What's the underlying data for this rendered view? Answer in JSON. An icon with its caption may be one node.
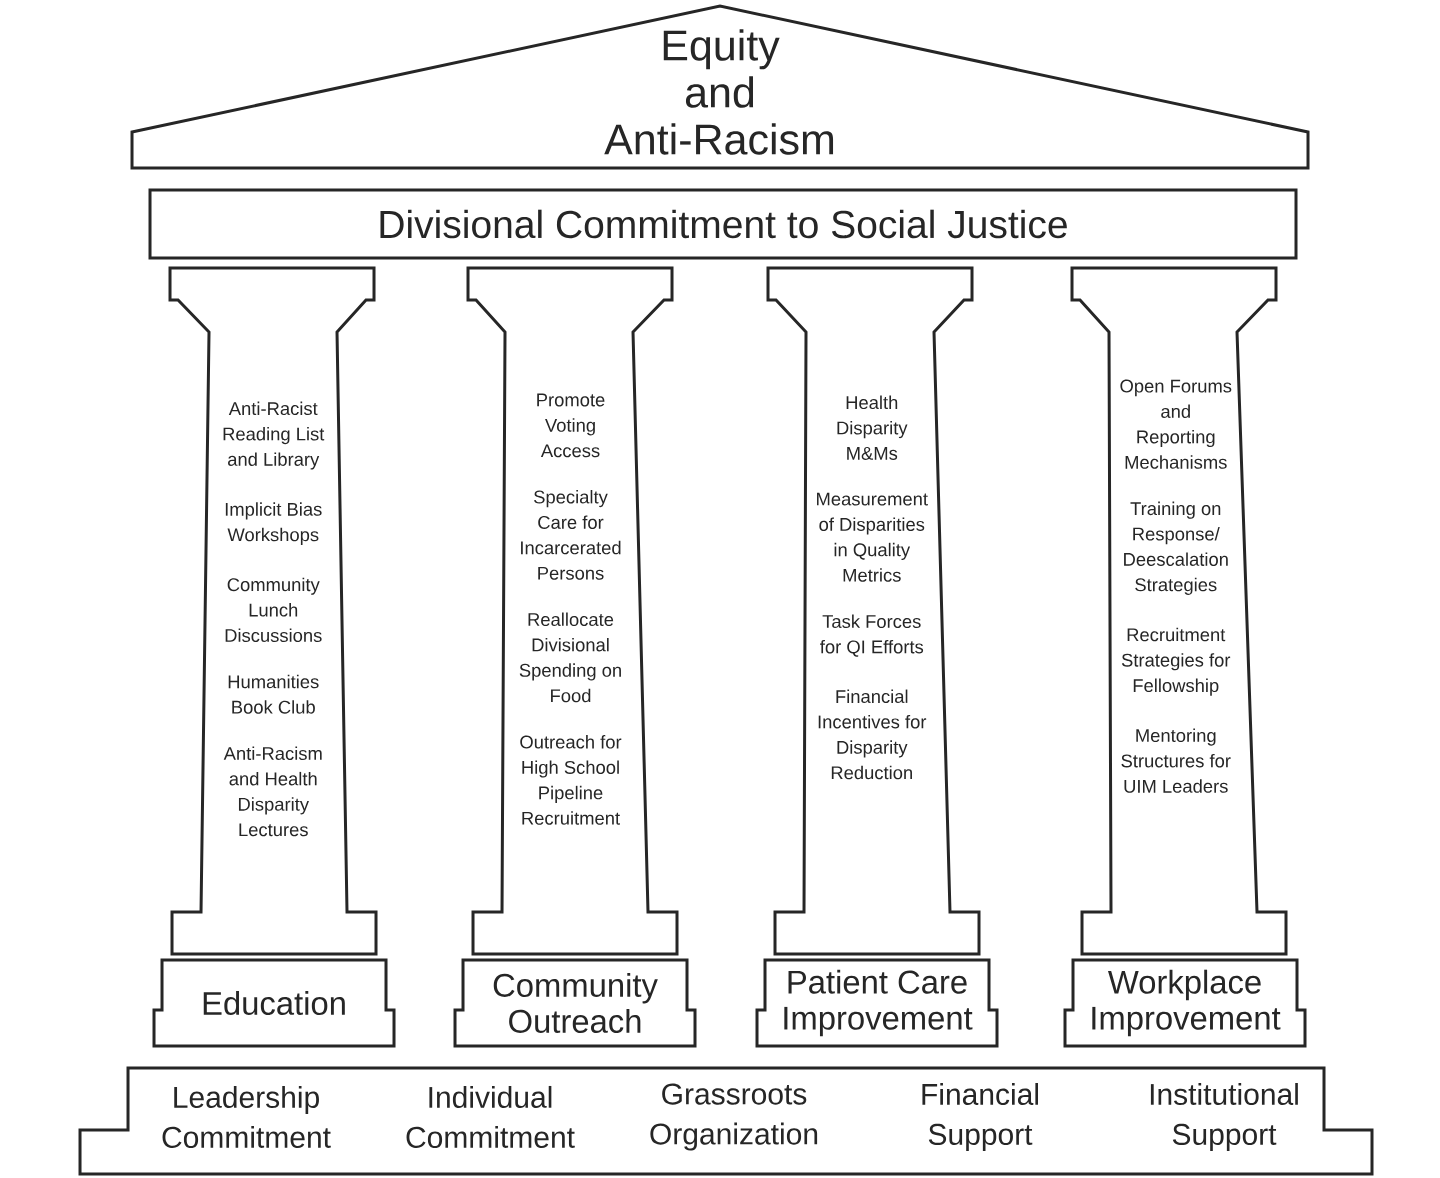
{
  "diagram": {
    "nodes": [
      {
        "text": [
          "Equity and Anti-Racism"
        ]
      },
      {
        "text": [
          "Divisional Commitment to Social Justice"
        ]
      },
      {
        "text": [
          "Anti-Racist Reading List and Library",
          "Implicit Bias Workshops",
          "Community Lunch Discussions",
          "Humanities Book Club",
          "Anti-Racism and Health Disparity Lectures"
        ]
      },
      {
        "text": [
          "Promote Voting Access",
          "Specialty Care for Incarcerated Persons",
          "Reallocate Divisional Spending on Food",
          "Outreach for High School Pipeline Recruitment"
        ]
      },
      {
        "text": [
          "Health Disparity M&Ms",
          "Measurement of Disparities in Quality Metrics",
          "Task Forces for QI Efforts",
          "Financial Incentives for Disparity Reduction"
        ]
      },
      {
        "text": [
          "Open Forums and Reporting Mechanisms",
          "Training on Response/ Deescalation Strategies",
          "Recruitment Strategies for Fellowship",
          "Mentoring Structures for UIM Leaders"
        ]
      },
      {
        "text": [
          "Education"
        ]
      },
      {
        "text": [
          "Community Outreach"
        ]
      },
      {
        "text": [
          "Patient Care Improvement"
        ]
      },
      {
        "text": [
          "Workplace Improvement"
        ]
      },
      {
        "text": [
          "Leadership Commitment",
          "Individual Commitment",
          "Grassroots Organization",
          "Financial Support",
          "Institutional Support"
        ]
      }
    ]
  }
}
